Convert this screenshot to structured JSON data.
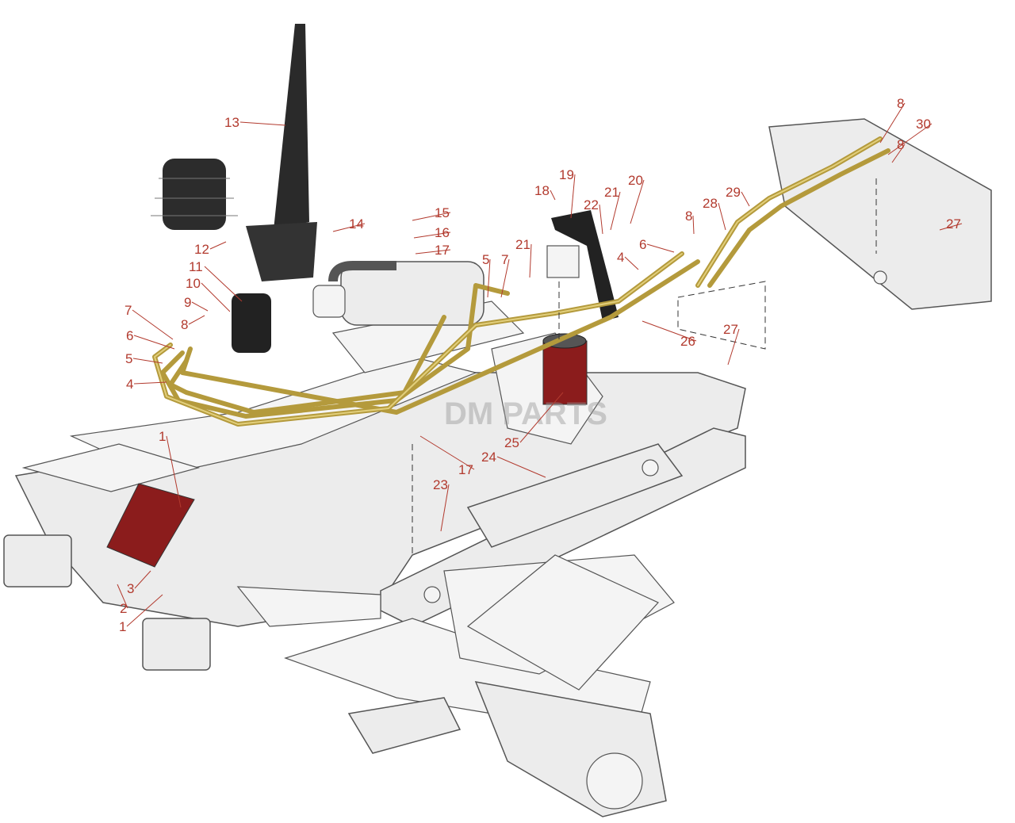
{
  "diagram": {
    "watermark": "DM PARTS",
    "colors": {
      "callout": "#b23a2e",
      "pipe": "#b49a3c",
      "highlight": "#8b1c1c",
      "frame": "#ececec",
      "column": "#2a2a2a"
    },
    "callouts": [
      "13",
      "14",
      "12",
      "11",
      "10",
      "9",
      "8",
      "7",
      "6",
      "5",
      "4",
      "15",
      "16",
      "17",
      "5",
      "7",
      "21",
      "18",
      "19",
      "22",
      "21",
      "20",
      "8",
      "28",
      "29",
      "6",
      "4",
      "8",
      "30",
      "8",
      "27",
      "26",
      "27",
      "25",
      "17",
      "24",
      "23",
      "1",
      "3",
      "2",
      "1"
    ]
  }
}
